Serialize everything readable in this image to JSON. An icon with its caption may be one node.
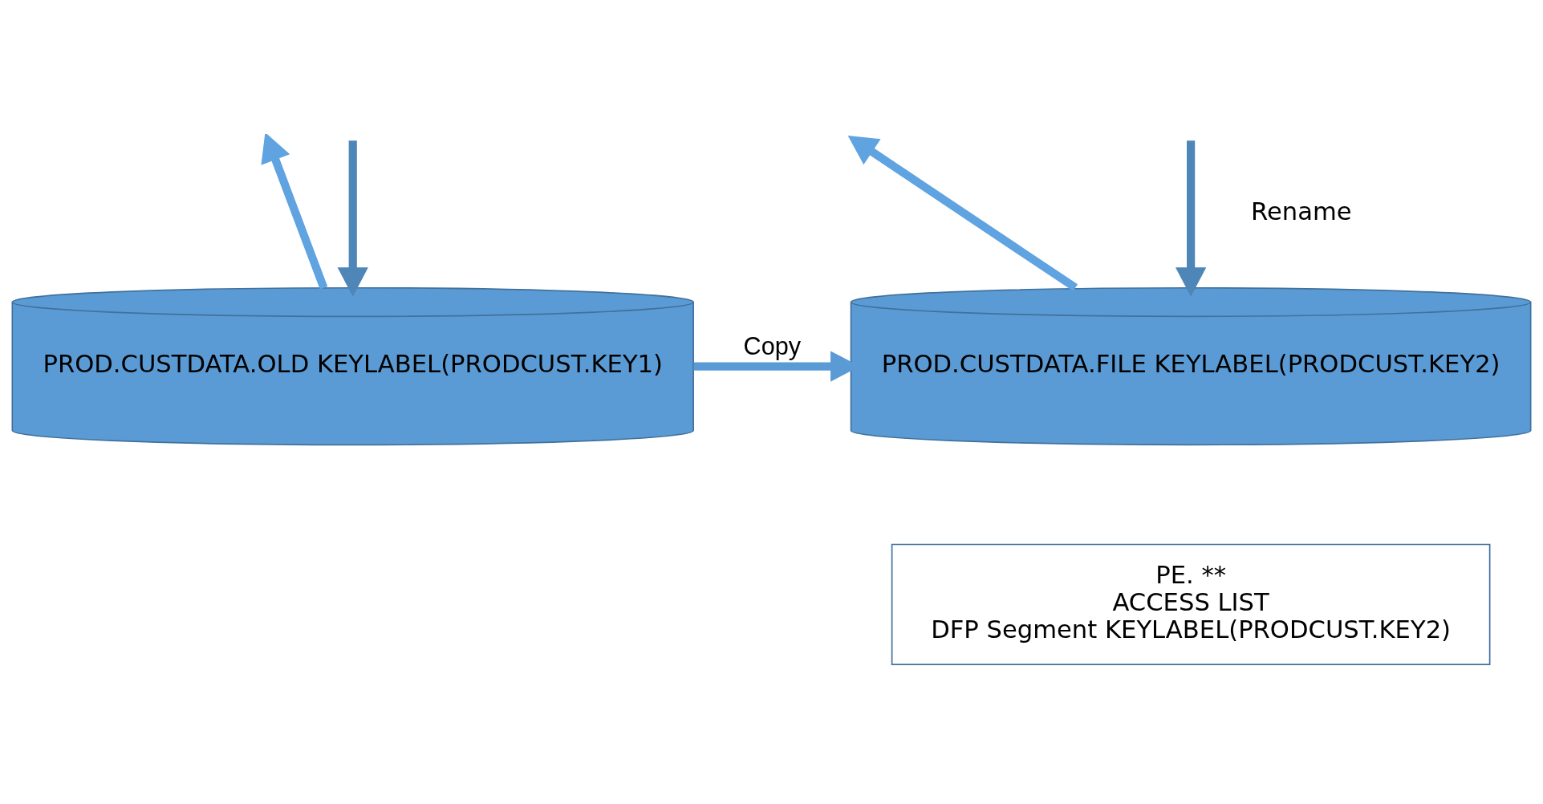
{
  "diagram": {
    "nodes": [
      {
        "text": [
          "PROD.CUSTDATA.OLD KEYLABEL(PRODCUST.KEY1)"
        ]
      },
      {
        "text": [
          "PROD.CUSTDATA.FILE KEYLABEL(PRODCUST.KEY2)"
        ]
      },
      {
        "text": [
          "PE. **",
          "ACCESS LIST",
          "DFP Segment KEYLABEL(PRODCUST.KEY2)"
        ]
      }
    ],
    "edges": [
      {
        "from": 0,
        "to": null,
        "arrow": "to",
        "color": "#5fa3e0"
      },
      {
        "from": null,
        "to": 0,
        "arrow": "to",
        "color": "#4f86b8"
      },
      {
        "from": 1,
        "to": null,
        "arrow": "to",
        "color": "#5fa3e0"
      },
      {
        "from": null,
        "to": 1,
        "arrow": "to",
        "color": "#4f86b8"
      },
      {
        "from": 0,
        "to": 1,
        "arrow": "to",
        "label": "Copy",
        "color": "#5b9bd5"
      }
    ],
    "labels": [
      "Rename"
    ]
  }
}
